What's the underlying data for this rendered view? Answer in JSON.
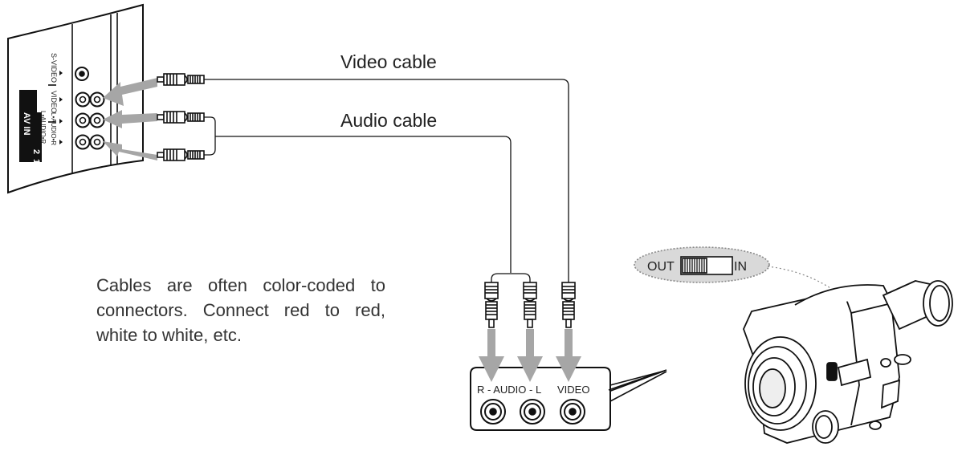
{
  "labels": {
    "video_cable": "Video cable",
    "audio_cable": "Audio cable",
    "note": "Cables are often color-coded to connectors. Connect red to red, white to white, etc."
  },
  "tv_panel": {
    "svideo_label": "S-VIDEO",
    "video_label": "VIDEO",
    "audio2_label": "L•AUDIO•R",
    "audio1_label": "L•AUDIO•R",
    "av_in_label": "AV IN",
    "input_2": "2",
    "input_1": "1"
  },
  "camcorder_jacks": {
    "audio_label": "R - AUDIO - L",
    "video_label": "VIDEO"
  },
  "switch": {
    "out_label": "OUT",
    "in_label": "IN"
  },
  "colors": {
    "line": "#111111",
    "arrow": "#a6a6a6",
    "bubble": "#d9d9d9"
  }
}
